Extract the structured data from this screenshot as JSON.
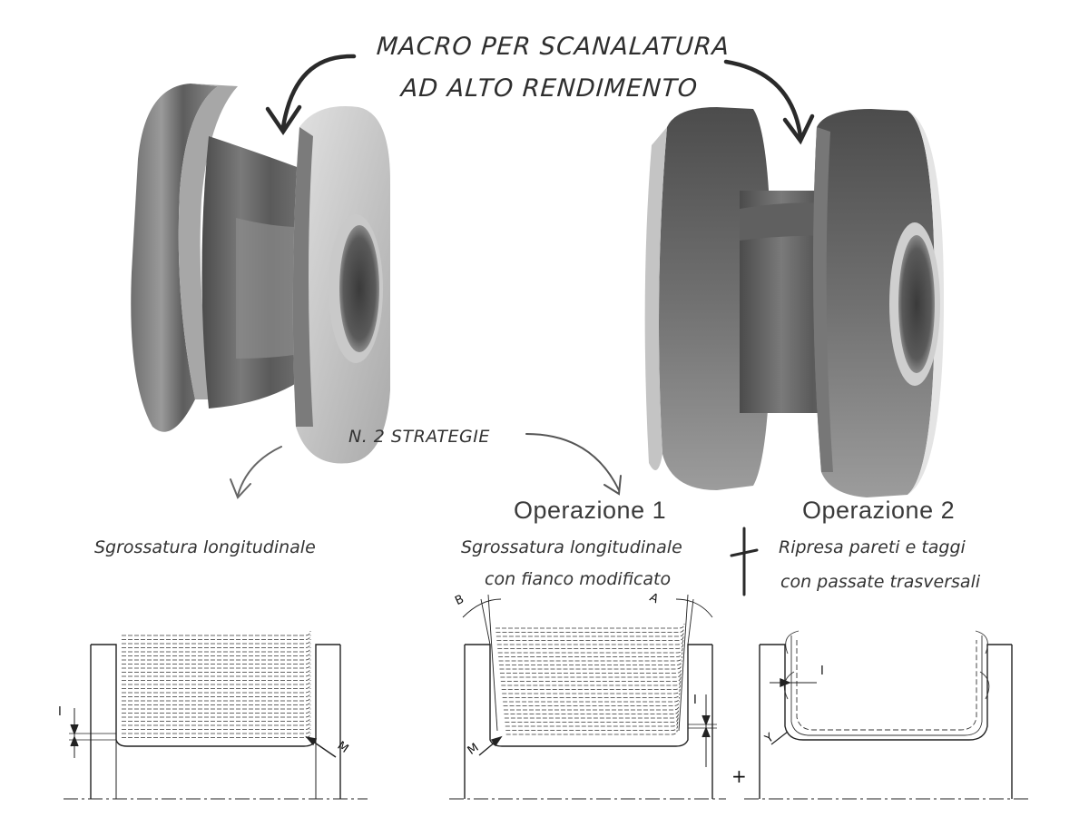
{
  "title": {
    "line1": "MACRO PER SCANALATURA",
    "line2": "AD ALTO RENDIMENTO"
  },
  "strategies_label": "N. 2 STRATEGIE",
  "left_caption": "Sgrossatura longitudinale",
  "operation1": {
    "heading": "Operazione 1",
    "line1": "Sgrossatura longitudinale",
    "line2": "con fianco modificato"
  },
  "operation2": {
    "heading": "Operazione 2",
    "line1": "Ripresa pareti e taggi",
    "line2": "con passate trasversali"
  },
  "plus_sign": "+",
  "dimension_labels": {
    "left_I": "I",
    "left_M": "M",
    "mid_B": "B",
    "mid_A": "A",
    "mid_I": "I",
    "mid_M": "M",
    "right_I": "I",
    "right_Y": "Y"
  },
  "colors": {
    "metal_dark": "#5a5a5a",
    "metal_light": "#c8c8c8",
    "ink": "#2b2b2b"
  }
}
